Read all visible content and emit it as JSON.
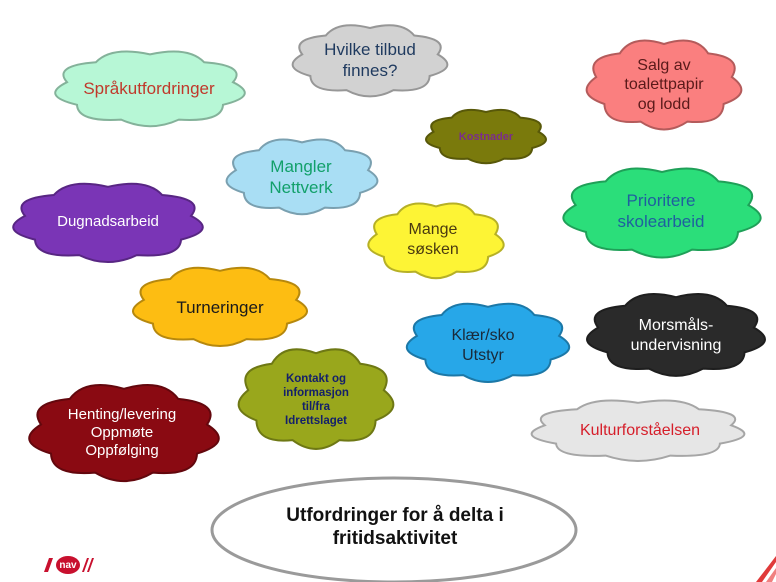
{
  "diagram": {
    "center_label": "Utfordringer for å delta i\nfritidsaktivitet",
    "clouds": [
      {
        "id": "sprakutfordringer",
        "label": "Språkutfordringer",
        "fill": "#b7f7d6",
        "text": "#c0392b"
      },
      {
        "id": "hvilke-tilbud",
        "label": "Hvilke tilbud\nfinnes?",
        "fill": "#d2d2d2",
        "text": "#1f3a5f"
      },
      {
        "id": "salg",
        "label": "Salg av\ntoalettpapir\nog lodd",
        "fill": "#fa7f7f",
        "text": "#5a1a1a"
      },
      {
        "id": "kostnader",
        "label": "Kostnader",
        "fill": "#7a7a0c",
        "text": "#7b2d8b"
      },
      {
        "id": "mangler-nettverk",
        "label": "Mangler\nNettverk",
        "fill": "#a9def4",
        "text": "#12a06a"
      },
      {
        "id": "dugnadsarbeid",
        "label": "Dugnadsarbeid",
        "fill": "#7a35b6",
        "text": "#ffffff"
      },
      {
        "id": "mange-sosken",
        "label": "Mange\nsøsken",
        "fill": "#fdf435",
        "text": "#4a3a10"
      },
      {
        "id": "prioritere",
        "label": "Prioritere\nskolearbeid",
        "fill": "#2bde7a",
        "text": "#1f5f9f"
      },
      {
        "id": "turneringer",
        "label": "Turneringer",
        "fill": "#fdbd12",
        "text": "#1a1a1a"
      },
      {
        "id": "klaer",
        "label": "Klær/sko\nUtstyr",
        "fill": "#27a7e8",
        "text": "#1a2a3a"
      },
      {
        "id": "morsmal",
        "label": "Morsmåls-\nundervisning",
        "fill": "#2a2a2a",
        "text": "#ffffff"
      },
      {
        "id": "kontakt",
        "label": "Kontakt og\ninformasjon\ntil/fra\nIdrettslaget",
        "fill": "#99a71c",
        "text": "#14206a"
      },
      {
        "id": "henting",
        "label": "Henting/levering\nOppmøte\nOppfølging",
        "fill": "#8a0a12",
        "text": "#ffffff"
      },
      {
        "id": "kultur",
        "label": "Kulturforståelsen",
        "fill": "#e6e6e6",
        "text": "#d61e2a"
      }
    ]
  },
  "logo": {
    "text": "nav",
    "color": "#c8102e"
  },
  "accent_color": "#c8102e"
}
